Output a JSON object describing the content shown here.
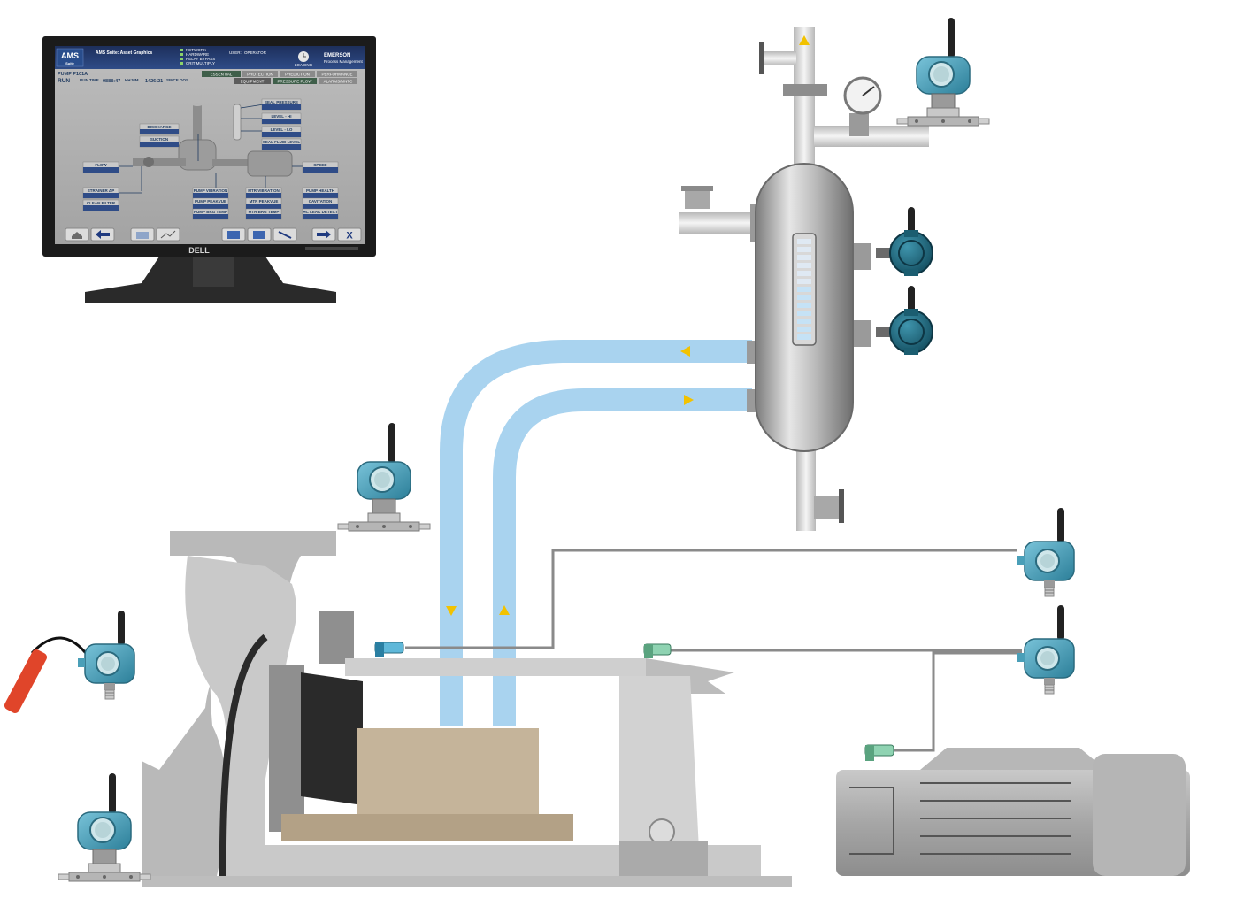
{
  "monitor": {
    "brand": "DELL",
    "app_logo": "AMS",
    "app_logo_sub": "Suite",
    "app_title": "AMS Suite: Asset Graphics",
    "status_lines": [
      "NETWORK",
      "HARDWARE",
      "RELAY BYPASS",
      "CRIT MULTIPLY"
    ],
    "user_label": "USER:",
    "user_value": "OPERATOR",
    "loading_label": "LOADING",
    "vendor_logo": "EMERSON",
    "vendor_sub": "Process Management",
    "pump_name": "PUMP P101A",
    "pump_state": "RUN",
    "runtime_label": "RUN TIME",
    "runtime_value": "0888:47",
    "runtime_unit": "HH:MM",
    "days_value": "1426:21",
    "days_label": "SINCE OOS",
    "tabs_top": [
      "ESSENTIAL",
      "PROTECTION",
      "PREDICTION",
      "PERFORMANCE"
    ],
    "tabs_bottom": [
      "EQUIPMENT",
      "PRESSURE FLOW",
      "ALARMS/MNTC"
    ],
    "labels": {
      "discharge": "DISCHARGE",
      "suction": "SUCTION",
      "flow": "FLOW",
      "strainer_dp": "STRAINER ΔP",
      "clean_filter": "CLEAN FILTER",
      "seal_pressure": "SEAL PRESSURE",
      "level_hi": "LEVEL - HI",
      "level_lo": "LEVEL - LO",
      "seal_fluid_level": "SEAL FLUID LEVEL",
      "speed": "SPEED",
      "pump_vibration": "PUMP VIBRATION",
      "pump_peakvue": "PUMP PEAKVUE",
      "pump_brg_temp": "PUMP BRG TEMP",
      "mtr_vibration": "MTR VIBRATION",
      "mtr_peakvue": "MTR PEAKVUE",
      "mtr_brg_temp": "MTR BRG TEMP",
      "pump_health": "PUMP HEALTH",
      "cavitation": "CAVITATION",
      "hc_leak_detect": "HC LEAK DETECT"
    },
    "nav_buttons": [
      "home",
      "back",
      "folder",
      "chart",
      "monitor",
      "list",
      "tools",
      "forward",
      "close"
    ],
    "close_label": "X"
  },
  "colors": {
    "flow_pipe": "#a9d3ef",
    "flow_arrow": "#f2c200",
    "transmitter_blue": "#4a9fb8",
    "transmitter_dark": "#1e6f86",
    "sensor_green": "#8fd3b2",
    "sensor_blue": "#5fb8d9",
    "machine_gray": "#b4b4b4",
    "bearing_tan": "#c5b49a",
    "temp_probe_red": "#e0452a"
  }
}
